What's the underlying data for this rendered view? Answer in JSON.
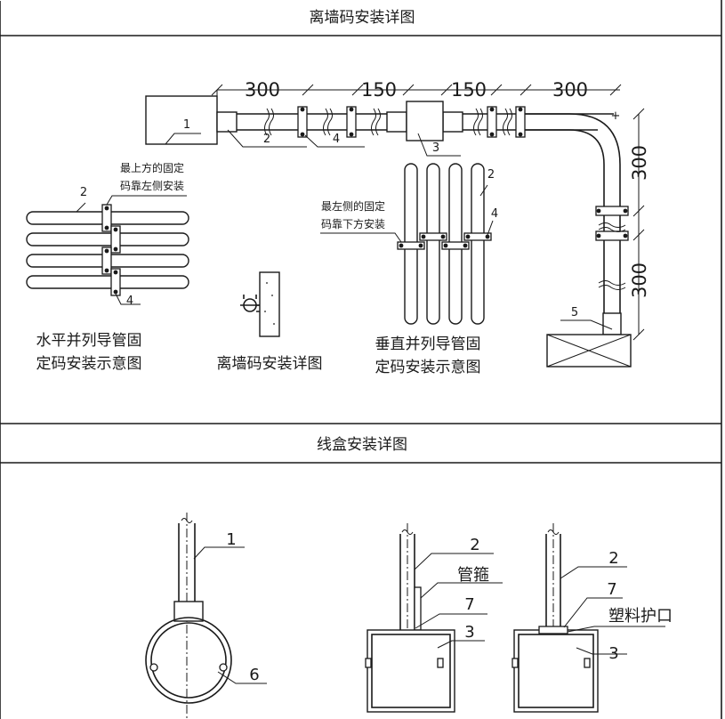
{
  "sections": {
    "top_title": "离墙码安装详图",
    "bottom_title": "线盒安装详图"
  },
  "top": {
    "dims": {
      "d1": "300",
      "d2": "150",
      "d3": "150",
      "d4": "300",
      "v1": "300",
      "v2": "300"
    },
    "nums": {
      "n1": "1",
      "n2": "2",
      "n3": "3",
      "n4": "4",
      "n5": "5",
      "h2": "2",
      "h4": "4",
      "v2": "2",
      "v4": "4"
    },
    "notes": {
      "horiz_note_line1": "最上方的固定",
      "horiz_note_line2": "码靠左侧安装",
      "vert_note_line1": "最左侧的固定",
      "vert_note_line2": "码靠下方安装"
    },
    "captions": {
      "horiz_line1": "水平并列导管固",
      "horiz_line2": "定码安装示意图",
      "wall_clip": "离墙码安装详图",
      "vert_line1": "垂直并列导管固",
      "vert_line2": "定码安装示意图"
    }
  },
  "bottom": {
    "labels": {
      "round_1": "1",
      "round_6": "6",
      "mid_2": "2",
      "mid_hoop": "管箍",
      "mid_7": "7",
      "mid_3": "3",
      "right_2": "2",
      "right_7": "7",
      "right_guard": "塑料护口",
      "right_3": "3"
    }
  }
}
